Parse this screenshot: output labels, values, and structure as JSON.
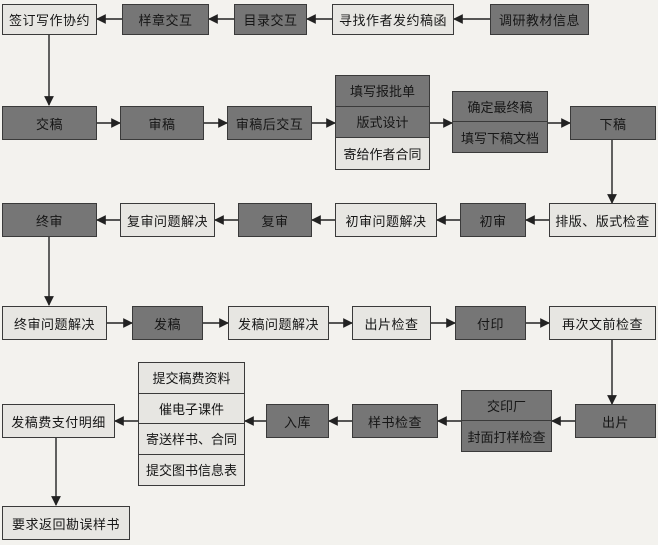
{
  "nodes": {
    "sign_agreement": "签订写作协约",
    "sample_chapter": "样章交互",
    "toc_exchange": "目录交互",
    "find_author": "寻找作者发约稿函",
    "research_info": "调研教材信息",
    "submit_manuscript": "交稿",
    "review_manuscript": "审稿",
    "post_review_exchange": "审稿后交互",
    "fill_approval": "填写报批单",
    "layout_design": "版式设计",
    "send_contract": "寄给作者合同",
    "confirm_final": "确定最终稿",
    "fill_release_doc": "填写下稿文档",
    "release_manuscript": "下稿",
    "typeset_check": "排版、版式检查",
    "first_review": "初审",
    "first_issue_resolve": "初审问题解决",
    "second_review": "复审",
    "second_issue_resolve": "复审问题解决",
    "final_review": "终审",
    "final_issue_resolve": "终审问题解决",
    "send_to_print": "发稿",
    "print_issue_resolve": "发稿问题解决",
    "film_check": "出片检查",
    "printing": "付印",
    "precheck_again": "再次文前检查",
    "film_out": "出片",
    "to_print_factory": "交印厂",
    "cover_proof_check": "封面打样检查",
    "sample_check": "样书检查",
    "warehouse": "入库",
    "submit_fee_info": "提交稿费资料",
    "urge_courseware": "催电子课件",
    "send_samples_contract": "寄送样书、合同",
    "submit_book_info": "提交图书信息表",
    "fee_payment": "发稿费支付明细",
    "request_return": "要求返回勘误样书"
  },
  "colors": {
    "dark_box": "#767676",
    "light_box": "#e7e6e2",
    "border": "#3a3a3a",
    "arrow": "#222222"
  }
}
